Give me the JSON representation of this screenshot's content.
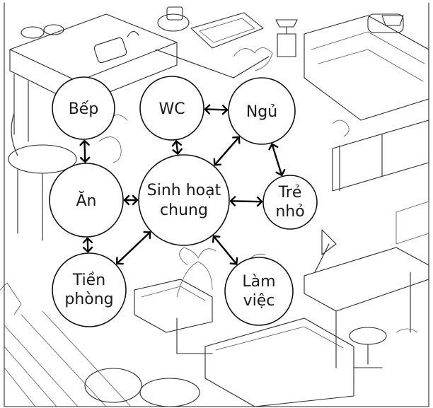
{
  "diagram": {
    "rooms": [
      {
        "id": "kitchen",
        "lines": [
          "Bếp"
        ]
      },
      {
        "id": "wc",
        "lines": [
          "WC"
        ]
      },
      {
        "id": "bedroom",
        "lines": [
          "Ngủ"
        ]
      },
      {
        "id": "dining",
        "lines": [
          "Ăn"
        ]
      },
      {
        "id": "living",
        "lines": [
          "Sinh hoạt",
          "chung"
        ]
      },
      {
        "id": "kids",
        "lines": [
          "Trẻ",
          "nhỏ"
        ]
      },
      {
        "id": "entrance",
        "lines": [
          "Tiền",
          "phòng"
        ]
      },
      {
        "id": "work",
        "lines": [
          "Làm",
          "việc"
        ]
      }
    ],
    "connections": [
      {
        "from": "kitchen",
        "to": "dining",
        "style": "double-arrow"
      },
      {
        "from": "dining",
        "to": "entrance",
        "style": "double-arrow"
      },
      {
        "from": "dining",
        "to": "living",
        "style": "double-arrow"
      },
      {
        "from": "wc",
        "to": "living",
        "style": "double-arrow"
      },
      {
        "from": "wc",
        "to": "bedroom",
        "style": "double-arrow"
      },
      {
        "from": "bedroom",
        "to": "living",
        "style": "double-arrow"
      },
      {
        "from": "bedroom",
        "to": "kids",
        "style": "double-arrow"
      },
      {
        "from": "living",
        "to": "kids",
        "style": "double-arrow"
      },
      {
        "from": "living",
        "to": "entrance",
        "style": "double-arrow"
      },
      {
        "from": "living",
        "to": "work",
        "style": "double-arrow"
      }
    ],
    "colors": {
      "line": "#111111",
      "fill": "#ffffff",
      "background": "#ffffff"
    }
  }
}
